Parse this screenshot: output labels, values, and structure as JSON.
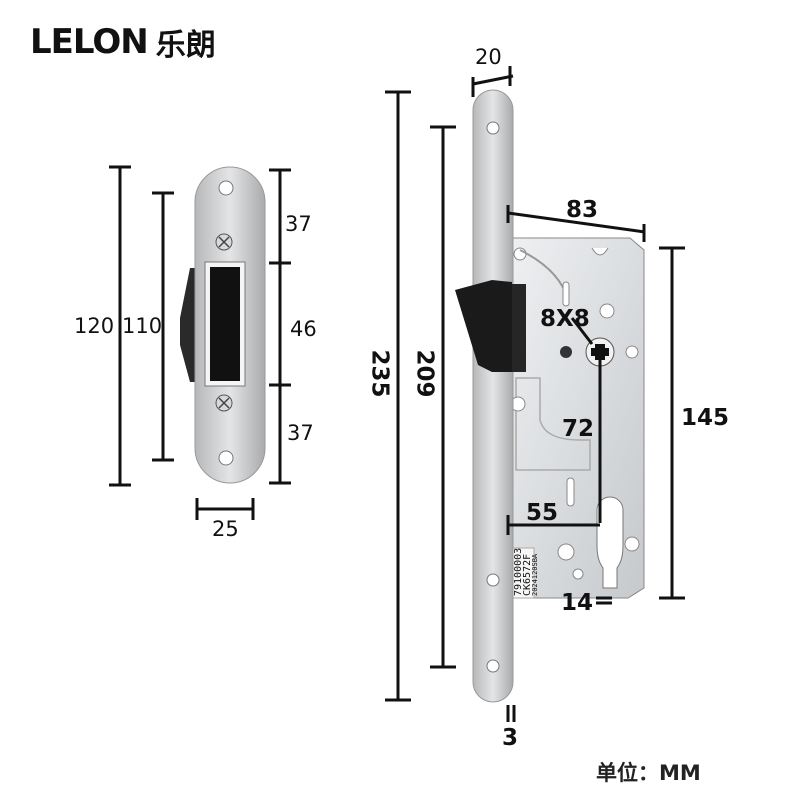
{
  "brand": {
    "name_en": "LELON",
    "name_cn": "乐朗"
  },
  "strike_plate": {
    "dims": {
      "height_total": "120",
      "height_inner": "110",
      "top": "37",
      "middle": "46",
      "bottom": "37",
      "width": "25"
    }
  },
  "lock_body": {
    "dims": {
      "faceplate_width": "20",
      "total_height": "235",
      "faceplate_height": "209",
      "case_width": "83",
      "spindle": "8X8",
      "center_distance": "72",
      "case_height": "145",
      "backset": "55",
      "cylinder_offset": "14",
      "faceplate_thickness": "3"
    },
    "label_lines": [
      "79100003",
      "CK6572F",
      "2024120SBA"
    ]
  },
  "unit_label": "单位：MM",
  "colors": {
    "steel": "#c9cacb",
    "steel_dark": "#9a9b9c",
    "latch": "#1a1a1a",
    "dim_line": "#111111"
  }
}
